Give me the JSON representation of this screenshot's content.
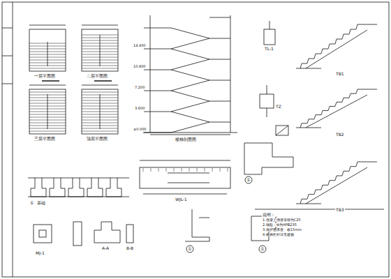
{
  "diagram": {
    "labels": [
      "一层平面图",
      "二层平面图",
      "三层平面图",
      "顶层平面图",
      "楼梯剖面图",
      "±0.000",
      "3.600",
      "7.200",
      "10.800",
      "14.400",
      "TL-1",
      "TZ",
      "TB1",
      "TB2",
      "TB3",
      "①",
      "基础",
      "WJL-1",
      "①",
      "MJ-1",
      "A-A",
      "B-B",
      "①",
      "①",
      "说明：",
      "1.混凝土强度等级为C25",
      "2.钢筋：Ф为HPB235",
      "3.保护层厚度：板15mm",
      "4.楼梯栏杆详见建施"
    ]
  }
}
